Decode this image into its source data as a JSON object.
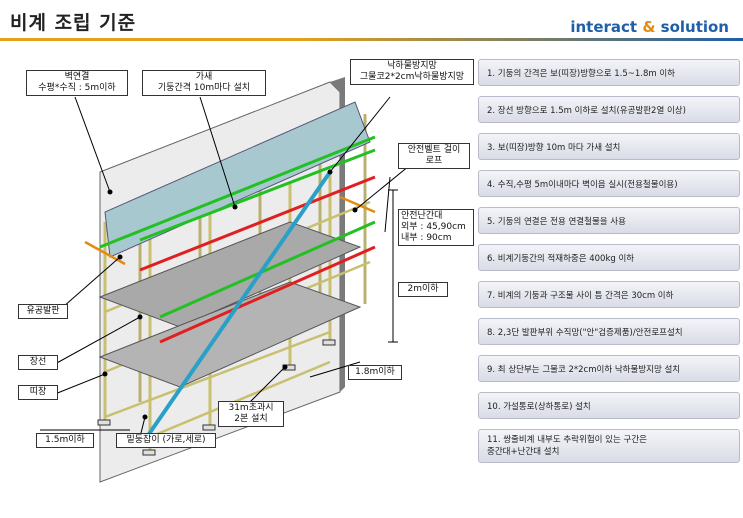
{
  "page": {
    "title": "비계 조립 기준",
    "brand_left": "interact",
    "brand_amp": "&",
    "brand_right": "solution"
  },
  "diagram": {
    "callouts": {
      "wall_tie": "벽연결\n수평*수직 : 5m이하",
      "brace": "가새\n기둥간격 10m마다 설치",
      "fall_net": "낙하물방지망\n그물코2*2cm낙하물방지망",
      "belt_rope": "안전벨트 걸이\n로프",
      "guardrail": "안전난간대\n외부 : 45,90cm\n내부 : 90cm",
      "height_2m": "2m이하",
      "plank": "유공발판",
      "ledger": "장선",
      "transom": "띠장",
      "spacing_18": "1.8m이하",
      "over31": "31m초과시\n2본 설치",
      "spacing_15": "1.5m이하",
      "base_tie": "밑둥잡이 (가로,세로)"
    }
  },
  "standards": [
    "1. 기둥의 간격은 보(띠장)방향으로 1.5~1.8m 이하",
    "2. 장선 방향으로 1.5m 이하로 설치(유공발판2열 이상)",
    "3. 보(띠장)방향 10m 마다 가새 설치",
    "4. 수직,수평 5m이내마다 벽이음 실시(전용철물이용)",
    "5. 기둥의 연결은 전용 연결철물을 사용",
    "6. 비계기둥간의 적재하중은 400kg 이하",
    "7. 비계의 기둥과 구조물 사이 틈 간격은 30cm 이하",
    "8. 2,3단 발판부위 수직망(\"안\"검증제품)/안전로프설치",
    "9. 최 상단부는 그물코 2*2cm이하 낙하물방지망 설치",
    "10. 가설통로(상하통로) 설치",
    "11. 쌍줄비계 내부도 추락위험이 있는 구간은\n      중간대+난간대 설치"
  ],
  "colors": {
    "guardrail_red": "#e02020",
    "guardrail_green": "#22c022",
    "brace_blue": "#2aa0c8",
    "pipe_yellow": "#c8c070",
    "wall_grey": "#8a8a8a",
    "net_teal": "#9fc4cc"
  }
}
